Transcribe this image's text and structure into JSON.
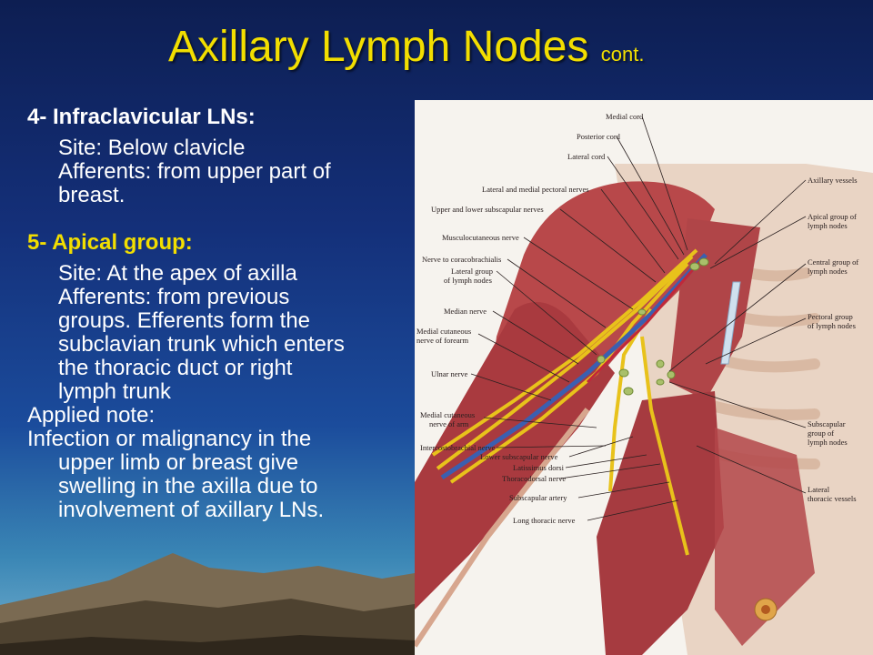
{
  "slide": {
    "title": "Axillary Lymph Nodes",
    "title_suffix": "cont.",
    "colors": {
      "title": "#f2de00",
      "body_text": "#ffffff",
      "highlight": "#f2de00",
      "background_top": "#0d1e52",
      "background_bottom": "#75b1cf"
    }
  },
  "content": {
    "infraclavicular": {
      "heading": "4- Infraclavicular LNs:",
      "site": "Site: Below clavicle",
      "afferents_line1": "Afferents: from upper part of",
      "afferents_line2": "breast."
    },
    "apical": {
      "heading": "5- Apical group:",
      "site": "Site: At the apex of axilla",
      "afferents_line1": "Afferents: from previous",
      "afferents_line2": "groups. Efferents form the",
      "afferents_line3": "subclavian trunk which enters",
      "afferents_line4": "the thoracic duct or right",
      "afferents_line5": "lymph trunk"
    },
    "applied": {
      "heading": "Applied note:",
      "line1": "Infection or malignancy in the",
      "line2": "upper limb or breast give",
      "line3": "swelling in the axilla due to",
      "line4": "involvement of axillary LNs."
    }
  },
  "figure": {
    "labels": {
      "medial_cord": "Medial cord",
      "posterior_cord": "Posterior cord",
      "lateral_cord": "Lateral cord",
      "pectoral_nerves": "Lateral and medial pectoral nerves",
      "subscapular_nerves": "Upper and lower subscapular nerves",
      "musculocutaneous": "Musculocutaneous nerve",
      "coracobrachialis": "Nerve to coracobrachialis",
      "lateral_group_1": "Lateral group",
      "lateral_group_2": "of lymph nodes",
      "median_nerve": "Median nerve",
      "medial_cut_forearm_1": "Medial cutaneous",
      "medial_cut_forearm_2": "nerve of forearm",
      "ulnar_nerve": "Ulnar nerve",
      "medial_cut_arm_1": "Medial cutaneous",
      "medial_cut_arm_2": "nerve of arm",
      "intercostobrachial": "Intercostobrachial nerve",
      "lower_subscapular": "Lower subscapular nerve",
      "latissimus": "Latissimus dorsi",
      "thoracodorsal": "Thoracodorsal nerve",
      "subscapular_artery": "Subscapular artery",
      "long_thoracic": "Long thoracic nerve",
      "axillary_vessels": "Axillary vessels",
      "apical_group_1": "Apical group of",
      "apical_group_2": "lymph nodes",
      "central_group_1": "Central group of",
      "central_group_2": "lymph nodes",
      "pectoral_group_1": "Pectoral group",
      "pectoral_group_2": "of lymph nodes",
      "subscapular_group_1": "Subscapular",
      "subscapular_group_2": "group of",
      "subscapular_group_3": "lymph nodes",
      "lateral_thoracic_1": "Lateral",
      "lateral_thoracic_2": "thoracic vessels"
    }
  }
}
